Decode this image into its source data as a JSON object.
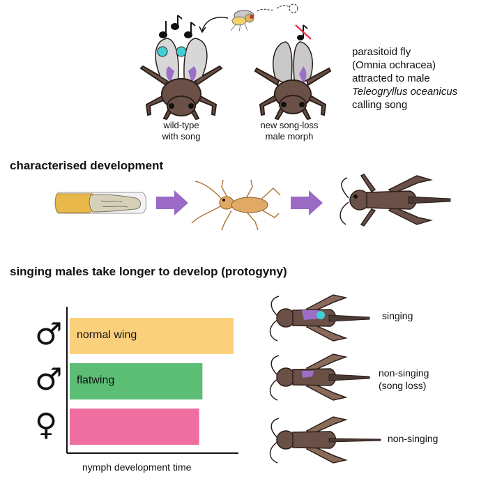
{
  "top": {
    "wildtype_caption_line1": "wild-type",
    "wildtype_caption_line2": "with song",
    "songloss_caption_line1": "new song-loss",
    "songloss_caption_line2": "male morph",
    "fly_desc_line1": "parasitoid fly",
    "fly_desc_line2": "(Omnia ochracea)",
    "fly_desc_line3": "attracted to male",
    "fly_desc_line4": "Teleogryllus oceanicus",
    "fly_desc_line5": "calling song"
  },
  "development": {
    "heading": "characterised development",
    "stages": [
      "egg",
      "nymph",
      "adult"
    ]
  },
  "protogyny": {
    "heading": "singing males take longer to develop (protogyny)"
  },
  "chart_data": {
    "type": "bar",
    "orientation": "horizontal",
    "xlabel": "nymph development time",
    "ylabel": "",
    "categories": [
      "normal wing",
      "flatwing",
      ""
    ],
    "sex_symbols": [
      "♂",
      "♂",
      "♀"
    ],
    "values": [
      1.0,
      0.81,
      0.79
    ],
    "colors": [
      "#fbd07d",
      "#5cbd74",
      "#ee6f9f"
    ],
    "grid": false
  },
  "morphs": {
    "singing": "singing",
    "nonsinging_songloss_line1": "non-singing",
    "nonsinging_songloss_line2": "(song loss)",
    "nonsinging": "non-singing"
  },
  "colors": {
    "cricket_body": "#6a5047",
    "cricket_outline": "#2c1f1a",
    "wing_purple": "#9b6fc7",
    "ear_cyan": "#3fd0d6",
    "arrow_purple": "#9a6ac4",
    "egg_yellow": "#e8b94a",
    "nymph_tan": "#e0aa66"
  }
}
